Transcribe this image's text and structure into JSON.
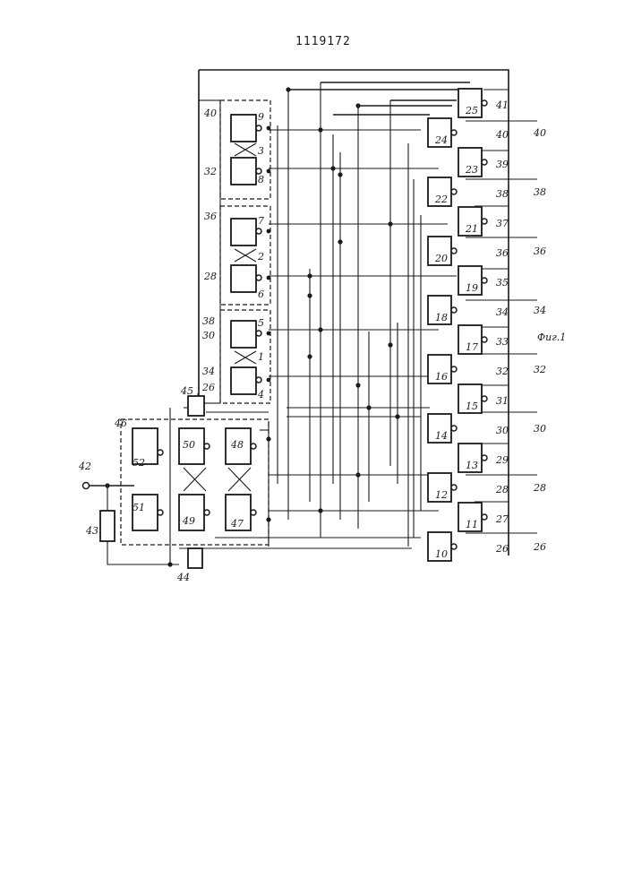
{
  "header": {
    "doc_number": "1119172"
  },
  "figure": {
    "caption": "Фиг.1"
  },
  "input": {
    "terminal": "42"
  },
  "blocks": {
    "b43": "43",
    "b44": "44",
    "b45": "45",
    "group46": "46"
  },
  "triggers": {
    "t1": {
      "n": "1",
      "a": "4",
      "b": "5"
    },
    "t2": {
      "n": "2",
      "a": "6",
      "b": "7"
    },
    "t3": {
      "n": "3",
      "a": "8",
      "b": "9"
    }
  },
  "trigger_lines": {
    "l26": "26",
    "l34": "34",
    "l30": "30",
    "l38": "38",
    "l28": "28",
    "l36": "36",
    "l32": "32",
    "l40": "40"
  },
  "ctrl_gates": {
    "g47": "47",
    "g48": "48",
    "g49": "49",
    "g50": "50",
    "g51": "51",
    "g52": "52"
  },
  "gates": [
    "10",
    "11",
    "12",
    "13",
    "14",
    "15",
    "16",
    "17",
    "18",
    "19",
    "20",
    "21",
    "22",
    "23",
    "24",
    "25"
  ],
  "outputs": [
    "26",
    "27",
    "28",
    "29",
    "30",
    "31",
    "32",
    "33",
    "34",
    "35",
    "36",
    "37",
    "38",
    "39",
    "40",
    "41"
  ],
  "bus_labels": [
    "26",
    "28",
    "30",
    "32",
    "34",
    "36",
    "38",
    "40"
  ]
}
